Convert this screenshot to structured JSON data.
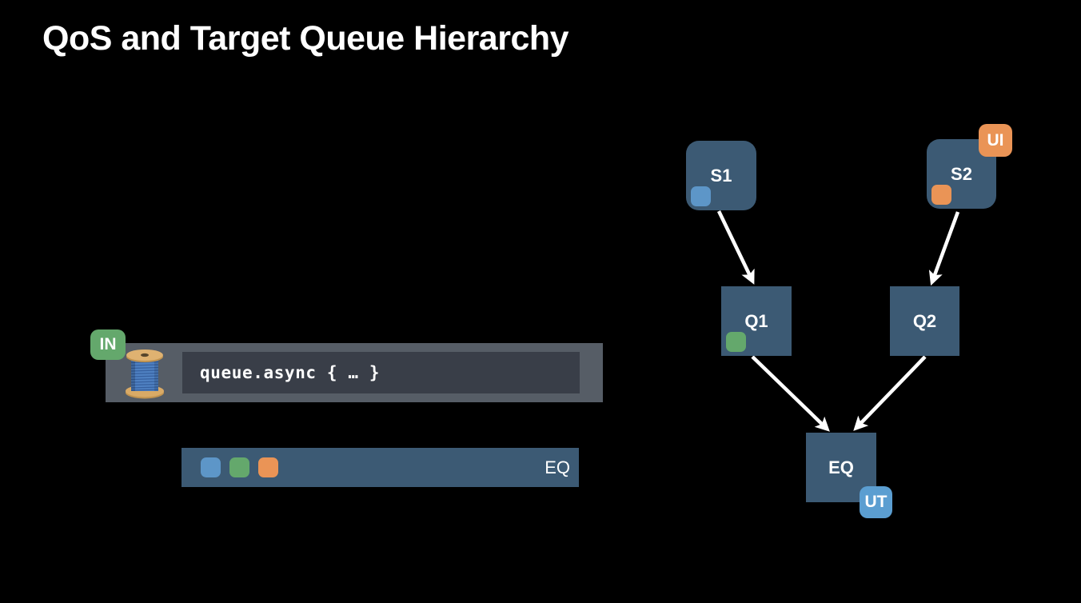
{
  "title": "QoS and Target Queue Hierarchy",
  "left": {
    "in_badge_label": "IN",
    "thread_icon": "thread-spool-icon",
    "code_text": "queue.async { … }",
    "eq_bar": {
      "label": "EQ",
      "chips": [
        "blue",
        "green",
        "orange"
      ]
    }
  },
  "diagram": {
    "nodes": [
      {
        "id": "S1",
        "label": "S1",
        "chip": "blue",
        "shape": "rounded",
        "badge": null
      },
      {
        "id": "S2",
        "label": "S2",
        "chip": "orange",
        "shape": "rounded",
        "badge": "UI"
      },
      {
        "id": "Q1",
        "label": "Q1",
        "chip": "green",
        "shape": "square",
        "badge": null
      },
      {
        "id": "Q2",
        "label": "Q2",
        "chip": null,
        "shape": "square",
        "badge": null
      },
      {
        "id": "EQ",
        "label": "EQ",
        "chip": null,
        "shape": "square",
        "badge": "UT"
      }
    ],
    "edges": [
      {
        "from": "S1",
        "to": "Q1"
      },
      {
        "from": "S2",
        "to": "Q2"
      },
      {
        "from": "Q1",
        "to": "EQ"
      },
      {
        "from": "Q2",
        "to": "EQ"
      }
    ]
  },
  "colors": {
    "background": "#000000",
    "queue_box": "#3c5a74",
    "bar_gray": "#565d66",
    "code_bg": "#393e48",
    "qos_blue": "#5d96c8",
    "qos_green": "#64a86c",
    "qos_orange": "#ea9456",
    "badge_ut_blue": "#5b9ed1",
    "text": "#ffffff",
    "arrow": "#ffffff"
  }
}
